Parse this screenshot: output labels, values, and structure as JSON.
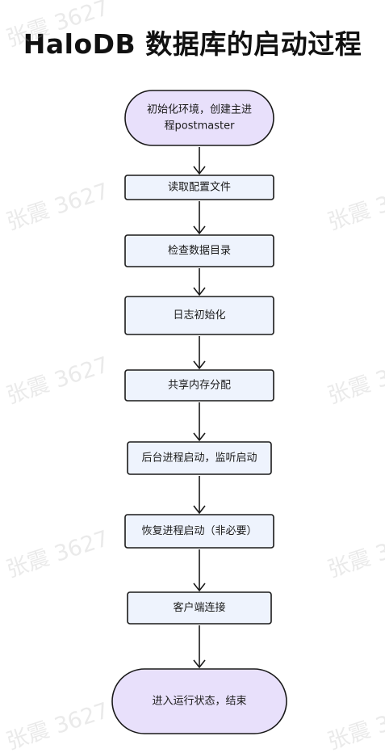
{
  "title": "HaloDB 数据库的启动过程",
  "watermark": "张震 3627",
  "nodes": [
    {
      "id": "n1",
      "kind": "terminal",
      "lines": [
        "初始化环境，创建主进",
        "程postmaster"
      ]
    },
    {
      "id": "n2",
      "kind": "process",
      "lines": [
        "读取配置文件"
      ]
    },
    {
      "id": "n3",
      "kind": "process",
      "lines": [
        "检查数据目录"
      ]
    },
    {
      "id": "n4",
      "kind": "process",
      "lines": [
        "日志初始化"
      ]
    },
    {
      "id": "n5",
      "kind": "process",
      "lines": [
        "共享内存分配"
      ]
    },
    {
      "id": "n6",
      "kind": "process",
      "lines": [
        "后台进程启动，监听启动"
      ]
    },
    {
      "id": "n7",
      "kind": "process",
      "lines": [
        "恢复进程启动（非必要）"
      ]
    },
    {
      "id": "n8",
      "kind": "process",
      "lines": [
        "客户端连接"
      ]
    },
    {
      "id": "n9",
      "kind": "terminal",
      "lines": [
        "进入运行状态，结束"
      ]
    }
  ],
  "edges": [
    {
      "from": "n1",
      "to": "n2"
    },
    {
      "from": "n2",
      "to": "n3"
    },
    {
      "from": "n3",
      "to": "n4"
    },
    {
      "from": "n4",
      "to": "n5"
    },
    {
      "from": "n5",
      "to": "n6"
    },
    {
      "from": "n6",
      "to": "n7"
    },
    {
      "from": "n7",
      "to": "n8"
    },
    {
      "from": "n8",
      "to": "n9"
    }
  ]
}
